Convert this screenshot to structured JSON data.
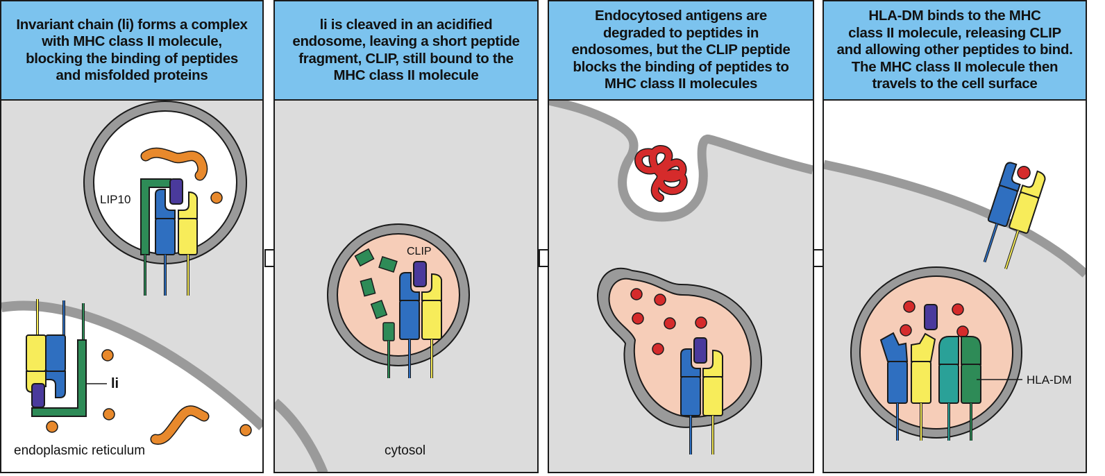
{
  "panels": [
    {
      "caption_lines": [
        "Invariant chain (li) forms a complex",
        "with MHC class II molecule,",
        "blocking the binding of peptides",
        "and misfolded proteins"
      ],
      "labels": {
        "lip10": "LIP10",
        "li": "li",
        "er": "endoplasmic reticulum"
      }
    },
    {
      "caption_lines": [
        "li is cleaved in an acidified",
        "endosome, leaving a short peptide",
        "fragment, CLIP, still bound to the",
        "MHC class II molecule"
      ],
      "labels": {
        "clip": "CLIP",
        "cytosol": "cytosol"
      }
    },
    {
      "caption_lines": [
        "Endocytosed antigens are",
        "degraded to peptides in",
        "endosomes, but the CLIP peptide",
        "blocks the binding of peptides to",
        "MHC class II molecules"
      ],
      "labels": {}
    },
    {
      "caption_lines": [
        "HLA-DM binds to the MHC",
        "class II molecule, releasing CLIP",
        "and allowing other peptides to bind.",
        "The MHC class II molecule then",
        "travels to the cell surface"
      ],
      "labels": {
        "hladm": "HLA-DM"
      }
    }
  ],
  "colors": {
    "header_bg": "#7cc3ee",
    "cytosol_gray": "#dcdcdc",
    "membrane_gray": "#9a9a9a",
    "endosome_pink": "#f6cdb8",
    "alpha_blue": "#2f6fc0",
    "beta_yellow": "#f7ec5a",
    "invariant_green": "#2e8b57",
    "clip_purple": "#4a3a9c",
    "misfolded_orange": "#e8892c",
    "peptide_red": "#d52b2b",
    "hladm_teal": "#2aa198"
  }
}
